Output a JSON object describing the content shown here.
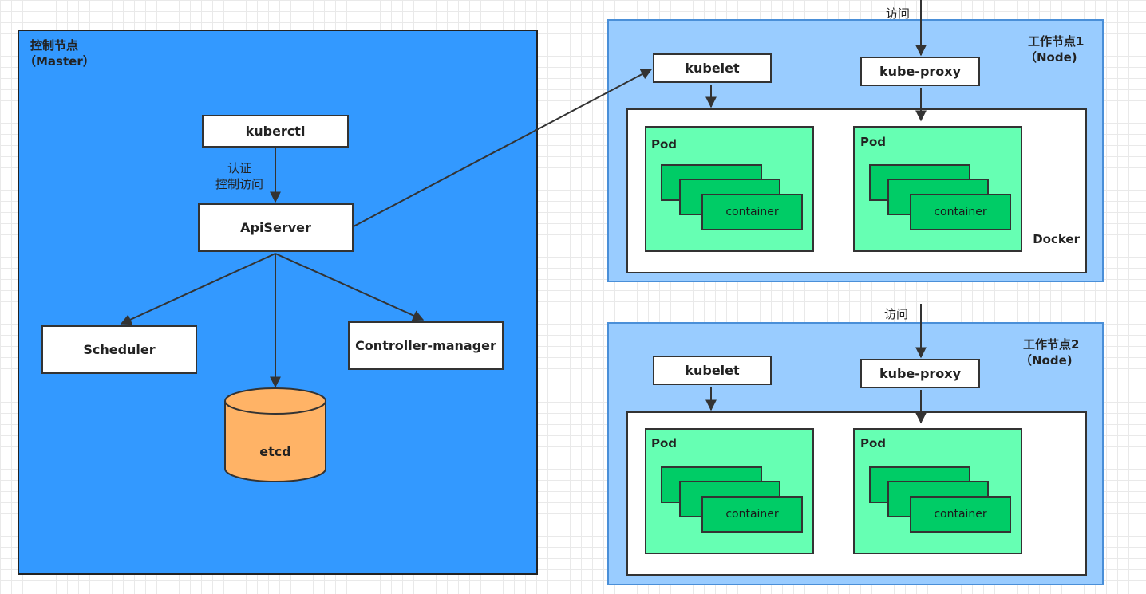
{
  "master": {
    "title": "控制节点",
    "subtitle": "（Master）",
    "kuberctl": "kuberctl",
    "auth_label_1": "认证",
    "auth_label_2": "控制访问",
    "apiserver": "ApiServer",
    "scheduler": "Scheduler",
    "controller_manager": "Controller-manager",
    "etcd": "etcd"
  },
  "node1": {
    "title": "工作节点1",
    "subtitle": "（Node)",
    "access_label": "访问",
    "kubelet": "kubelet",
    "kube_proxy": "kube-proxy",
    "docker": "Docker",
    "pods": [
      {
        "label": "Pod",
        "container_label": "container"
      },
      {
        "label": "Pod",
        "container_label": "container"
      }
    ]
  },
  "node2": {
    "title": "工作节点2",
    "subtitle": "（Node)",
    "access_label": "访问",
    "kubelet": "kubelet",
    "kube_proxy": "kube-proxy",
    "pods": [
      {
        "label": "Pod",
        "container_label": "container"
      },
      {
        "label": "Pod",
        "container_label": "container"
      }
    ]
  },
  "colors": {
    "master_bg": "#3399ff",
    "node_bg": "#99ccff",
    "pod_bg": "#66ffb3",
    "container_bg": "#00cc66",
    "etcd_bg": "#ffb366",
    "line": "#333333"
  }
}
